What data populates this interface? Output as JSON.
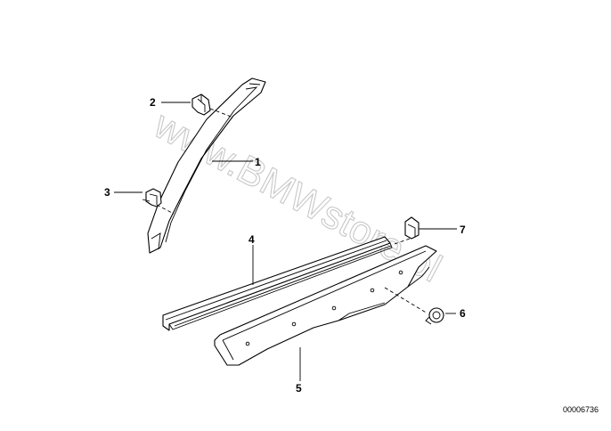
{
  "watermark": "www.BMWstore.pl",
  "diagram_ref": "00006736",
  "labels": {
    "p1": "1",
    "p2": "2",
    "p3": "3",
    "p4": "4",
    "p5": "5",
    "p6": "6",
    "p7": "7"
  },
  "colors": {
    "line": "#000000",
    "background": "#ffffff",
    "watermark": "#c8c8c8"
  }
}
